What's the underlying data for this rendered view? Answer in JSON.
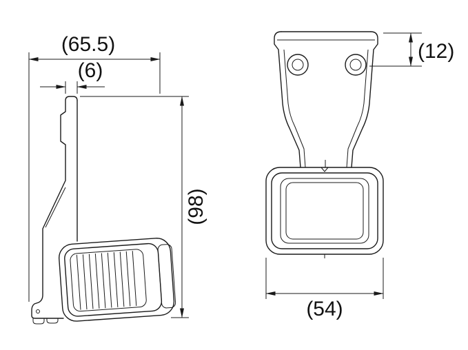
{
  "drawing": {
    "type": "technical-dimension-drawing",
    "views": {
      "left": "side-view",
      "right": "front-view"
    },
    "colors": {
      "line": "#1a1a1a",
      "background": "#ffffff",
      "text": "#111111"
    }
  },
  "dimensions": {
    "side_overall_width": "(65.5)",
    "side_arm_thickness": "(6)",
    "side_height": "(98)",
    "front_top_offset": "(12)",
    "front_lamp_width": "(54)"
  }
}
